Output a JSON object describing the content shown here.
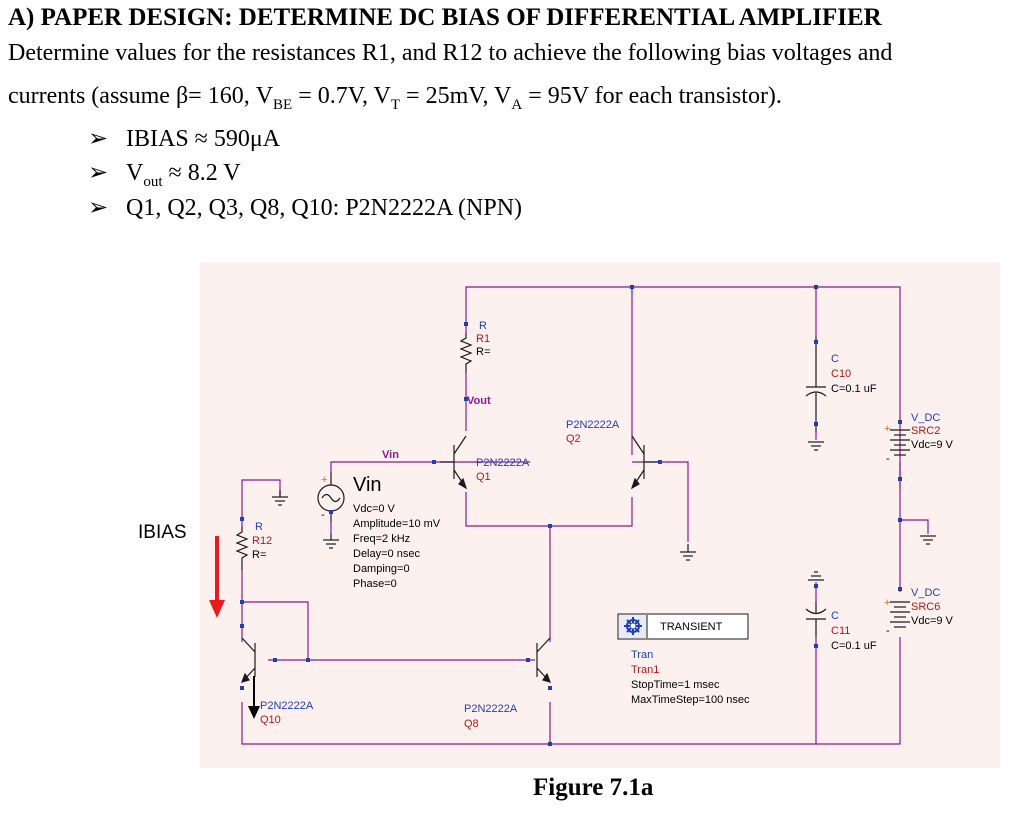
{
  "heading": "A) PAPER DESIGN: DETERMINE DC BIAS OF DIFFERENTIAL AMPLIFIER",
  "intro_line1": "Determine values for the resistances R1, and R12 to achieve the following bias voltages and",
  "intro_line2_a": "currents (assume β= 160, V",
  "intro_sub_be": "BE",
  "intro_line2_b": " = 0.7V, V",
  "intro_sub_t": "T",
  "intro_line2_c": " = 25mV, V",
  "intro_sub_a": "A",
  "intro_line2_d": " = 95V for each transistor).",
  "bullets": {
    "b1": "IBIAS ≈ 590μA",
    "b2_a": "V",
    "b2_sub": "out",
    "b2_b": " ≈ 8.2 V",
    "b3": "Q1, Q2, Q3, Q8, Q10: P2N2222A (NPN)"
  },
  "bullet_symbol": "➢",
  "ibias_label": "IBIAS",
  "caption": "Figure 7.1a",
  "schematic": {
    "r1": {
      "type": "R",
      "name": "R1",
      "value": "R="
    },
    "r12": {
      "type": "R",
      "name": "R12",
      "value": "R="
    },
    "vout_net": "Vout",
    "vin_net": "Vin",
    "vin_src": {
      "name": "Vin",
      "params": [
        "Vdc=0 V",
        "Amplitude=10 mV",
        "Freq=2 kHz",
        "Delay=0 nsec",
        "Damping=0",
        "Phase=0"
      ]
    },
    "q1": {
      "model": "P2N2222A",
      "name": "Q1"
    },
    "q2": {
      "model": "P2N2222A",
      "name": "Q2"
    },
    "q8": {
      "model": "P2N2222A",
      "name": "Q8"
    },
    "q10": {
      "model": "P2N2222A",
      "name": "Q10"
    },
    "c10": {
      "type": "C",
      "name": "C10",
      "value": "C=0.1 uF"
    },
    "c11": {
      "type": "C",
      "name": "C11",
      "value": "C=0.1 uF"
    },
    "src2": {
      "type": "V_DC",
      "name": "SRC2",
      "value": "Vdc=9 V"
    },
    "src6": {
      "type": "V_DC",
      "name": "SRC6",
      "value": "Vdc=9 V"
    },
    "transient": {
      "label": "TRANSIENT",
      "type": "Tran",
      "name": "Tran1",
      "stop": "StopTime=1 msec",
      "step": "MaxTimeStep=100 nsec"
    },
    "plus": "+",
    "minus": "-"
  },
  "colors": {
    "canvas": "#fdf1f0",
    "wire": "#8a1a8a",
    "node": "#1f3fb5",
    "name": "#b01818",
    "type": "#1f3fb5",
    "ibias_arrow": "#e81c1c"
  }
}
